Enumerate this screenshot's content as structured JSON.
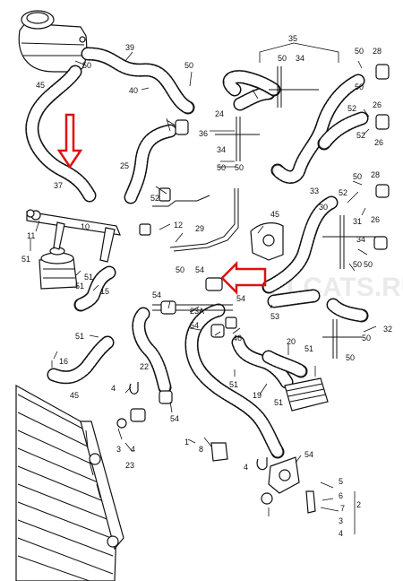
{
  "watermark": "ELCATS.RU",
  "labels": [
    {
      "id": "45a",
      "text": "45"
    },
    {
      "id": "50a",
      "text": "50"
    },
    {
      "id": "39",
      "text": "39"
    },
    {
      "id": "50b",
      "text": "50"
    },
    {
      "id": "40",
      "text": "40"
    },
    {
      "id": "35",
      "text": "35"
    },
    {
      "id": "50c",
      "text": "50"
    },
    {
      "id": "34a",
      "text": "34"
    },
    {
      "id": "50d",
      "text": "50"
    },
    {
      "id": "28a",
      "text": "28"
    },
    {
      "id": "50e",
      "text": "50"
    },
    {
      "id": "52a",
      "text": "52"
    },
    {
      "id": "26a",
      "text": "26"
    },
    {
      "id": "52b",
      "text": "52"
    },
    {
      "id": "26b",
      "text": "26"
    },
    {
      "id": "37",
      "text": "37"
    },
    {
      "id": "25",
      "text": "25"
    },
    {
      "id": "36",
      "text": "36"
    },
    {
      "id": "34b",
      "text": "34"
    },
    {
      "id": "50f",
      "text": "50"
    },
    {
      "id": "24",
      "text": "24"
    },
    {
      "id": "50g",
      "text": "50"
    },
    {
      "id": "33",
      "text": "33"
    },
    {
      "id": "50h",
      "text": "50"
    },
    {
      "id": "28b",
      "text": "28"
    },
    {
      "id": "52c",
      "text": "52"
    },
    {
      "id": "31",
      "text": "31"
    },
    {
      "id": "26c",
      "text": "26"
    },
    {
      "id": "52d",
      "text": "52"
    },
    {
      "id": "10",
      "text": "10"
    },
    {
      "id": "12",
      "text": "12"
    },
    {
      "id": "29",
      "text": "29"
    },
    {
      "id": "45b",
      "text": "45"
    },
    {
      "id": "30",
      "text": "30"
    },
    {
      "id": "11",
      "text": "11"
    },
    {
      "id": "51a",
      "text": "51"
    },
    {
      "id": "51b",
      "text": "51"
    },
    {
      "id": "50i",
      "text": "50"
    },
    {
      "id": "54a",
      "text": "54"
    },
    {
      "id": "34c",
      "text": "34"
    },
    {
      "id": "50j",
      "text": "50"
    },
    {
      "id": "50k",
      "text": "50"
    },
    {
      "id": "51c",
      "text": "51"
    },
    {
      "id": "15",
      "text": "15"
    },
    {
      "id": "54b",
      "text": "54"
    },
    {
      "id": "54c",
      "text": "54"
    },
    {
      "id": "23A",
      "text": "23A"
    },
    {
      "id": "53",
      "text": "53"
    },
    {
      "id": "32",
      "text": "32"
    },
    {
      "id": "51d",
      "text": "51"
    },
    {
      "id": "54d",
      "text": "54"
    },
    {
      "id": "46",
      "text": "46"
    },
    {
      "id": "50l",
      "text": "50"
    },
    {
      "id": "20",
      "text": "20"
    },
    {
      "id": "51e",
      "text": "51"
    },
    {
      "id": "50m",
      "text": "50"
    },
    {
      "id": "16",
      "text": "16"
    },
    {
      "id": "22",
      "text": "22"
    },
    {
      "id": "51f",
      "text": "51"
    },
    {
      "id": "19",
      "text": "19"
    },
    {
      "id": "51g",
      "text": "51"
    },
    {
      "id": "4a",
      "text": "4"
    },
    {
      "id": "45c",
      "text": "45"
    },
    {
      "id": "54e",
      "text": "54"
    },
    {
      "id": "1",
      "text": "1"
    },
    {
      "id": "8",
      "text": "8"
    },
    {
      "id": "3a",
      "text": "3"
    },
    {
      "id": "4b",
      "text": "4"
    },
    {
      "id": "23",
      "text": "23"
    },
    {
      "id": "54f",
      "text": "54"
    },
    {
      "id": "4c",
      "text": "4"
    },
    {
      "id": "5",
      "text": "5"
    },
    {
      "id": "6",
      "text": "6"
    },
    {
      "id": "2",
      "text": "2"
    },
    {
      "id": "7",
      "text": "7"
    },
    {
      "id": "3b",
      "text": "3"
    },
    {
      "id": "4d",
      "text": "4"
    }
  ]
}
